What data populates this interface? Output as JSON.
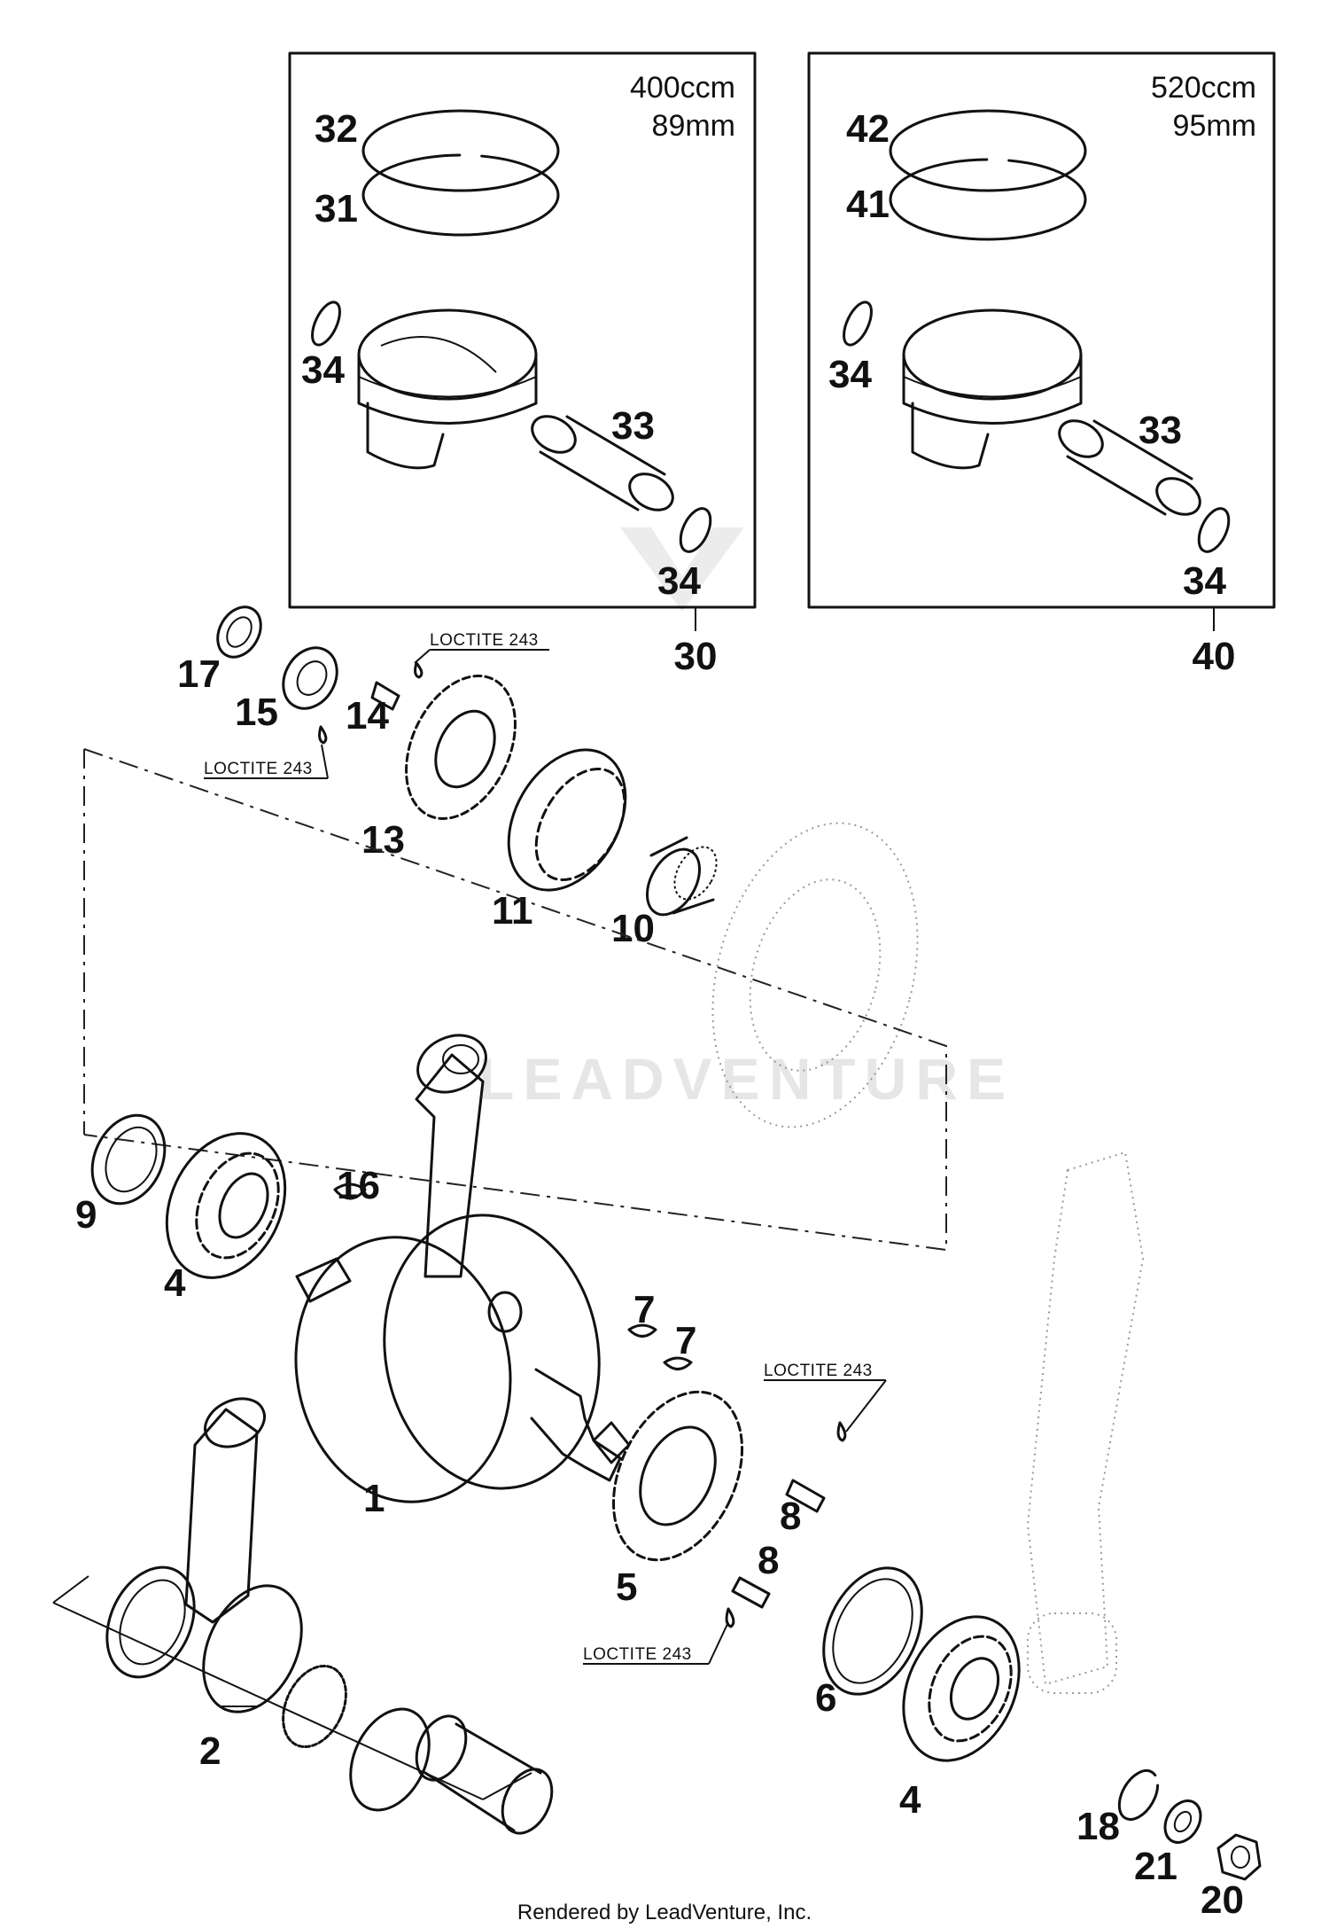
{
  "boxes": [
    {
      "label": "30",
      "displacement": "400ccm",
      "bore": "89mm"
    },
    {
      "label": "40",
      "displacement": "520ccm",
      "bore": "95mm"
    }
  ],
  "callouts": {
    "p1": "1",
    "p2": "2",
    "p4a": "4",
    "p4b": "4",
    "p5": "5",
    "p6": "6",
    "p7a": "7",
    "p7b": "7",
    "p8a": "8",
    "p8b": "8",
    "p9": "9",
    "p10": "10",
    "p11": "11",
    "p13": "13",
    "p14": "14",
    "p15": "15",
    "p16": "16",
    "p17": "17",
    "p18": "18",
    "p20": "20",
    "p21": "21",
    "p31": "31",
    "p32": "32",
    "p33a": "33",
    "p34a": "34",
    "p34b": "34",
    "p41": "41",
    "p42": "42",
    "p33b": "33",
    "p34c": "34",
    "p34d": "34"
  },
  "loctite": "LOCTITE 243",
  "watermark": "LEADVENTURE",
  "footer": "Rendered by LeadVenture, Inc."
}
